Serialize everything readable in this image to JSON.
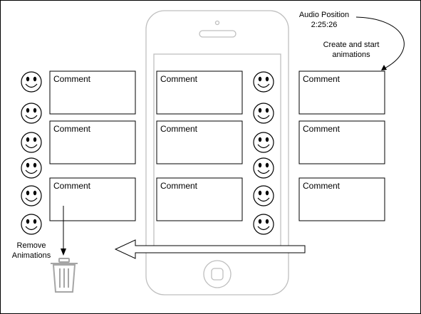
{
  "audio_position": {
    "label": "Audio Position",
    "value": "2:25:26"
  },
  "create_note": {
    "line1": "Create and start",
    "line2": "animations"
  },
  "remove_note": {
    "line1": "Remove",
    "line2": "Animations"
  },
  "comment_label": "Comment",
  "columns": [
    {
      "comments": [
        "Comment",
        "Comment",
        "Comment"
      ]
    },
    {
      "comments": [
        "Comment",
        "Comment",
        "Comment"
      ]
    },
    {
      "comments": [
        "Comment",
        "Comment",
        "Comment"
      ]
    }
  ],
  "icons": {
    "smiley": "smiley-face-icon",
    "trash": "trash-can-icon",
    "phone": "phone-outline"
  },
  "colors": {
    "stroke": "#000000",
    "phone": "#bfbfbf",
    "trash": "#a6a6a6"
  }
}
